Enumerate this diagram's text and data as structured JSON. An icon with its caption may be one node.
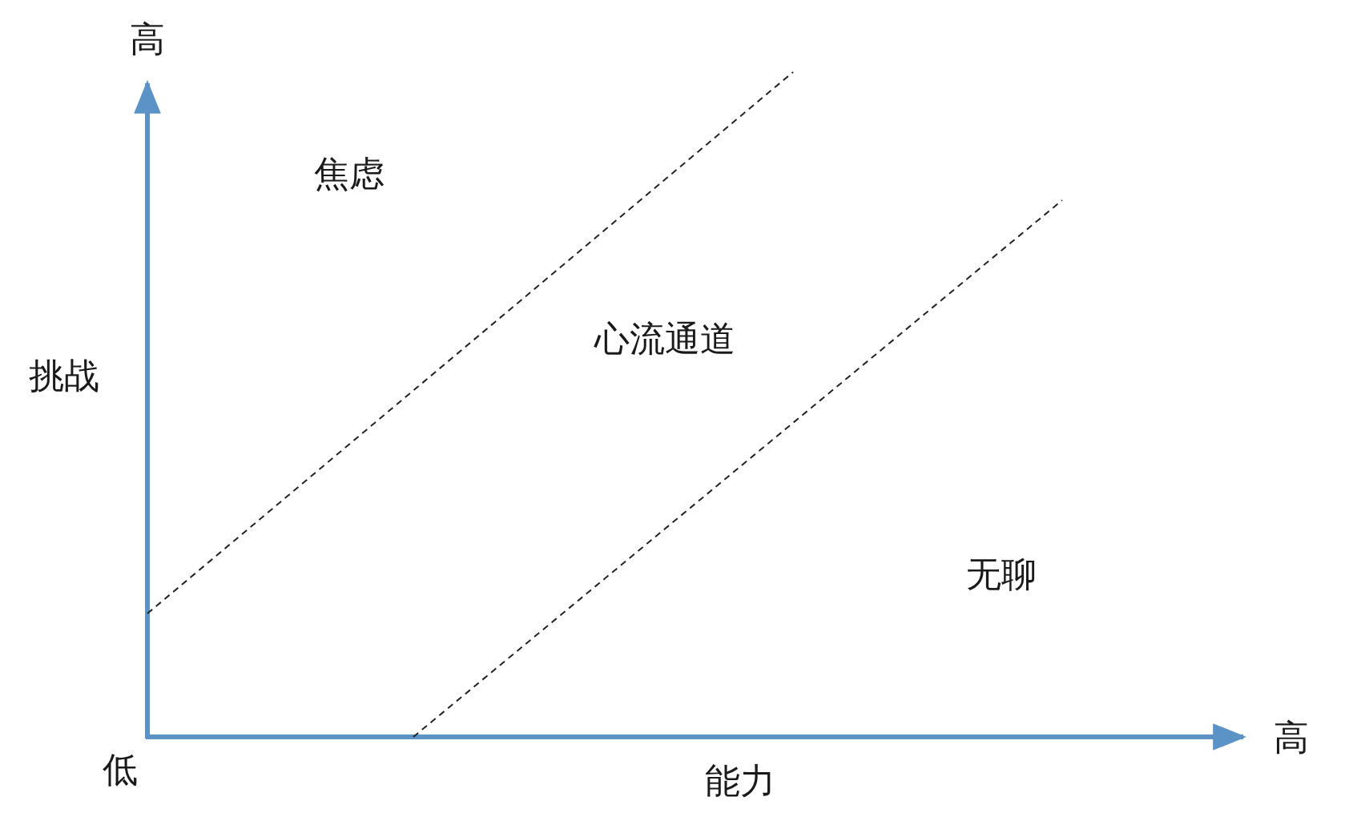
{
  "diagram": {
    "labels": [
      "高",
      "焦虑",
      "挑战",
      "心流通道",
      "无聊",
      "低",
      "能力",
      "高"
    ]
  }
}
